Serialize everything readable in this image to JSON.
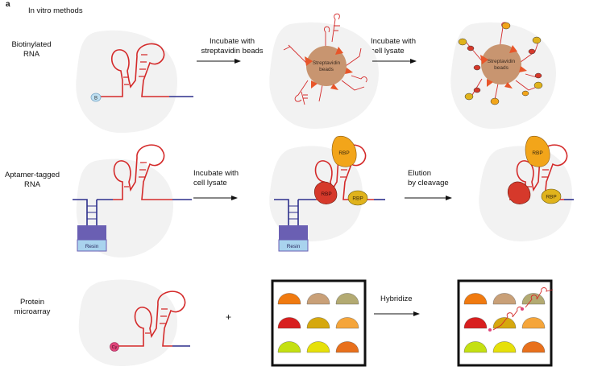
{
  "panel": {
    "letter": "a",
    "title": "In vitro methods"
  },
  "rows": [
    {
      "label_line1": "Biotinylated",
      "label_line2": "RNA",
      "step1_line1": "Incubate with",
      "step1_line2": "streptavidin beads",
      "step2_line1": "Incubate with",
      "step2_line2": "cell lysate"
    },
    {
      "label_line1": "Aptamer-tagged",
      "label_line2": "RNA",
      "step1_line1": "Incubate with",
      "step1_line2": "cell lysate",
      "step2_line1": "Elution",
      "step2_line2": "by cleavage"
    },
    {
      "label_line1": "Protein",
      "label_line2": "microarray",
      "plus": "+",
      "step1_line1": "Hybridize"
    }
  ],
  "glyphs": {
    "biotin": "B",
    "bead_line1": "Streptavidin",
    "bead_line2": "beads",
    "rbp": "RBP",
    "resin": "Resin",
    "cy": "Cy"
  },
  "colors": {
    "rna": "#d42a2a",
    "tag": "#2d2f8c",
    "bead": "#c89570",
    "bead_clip": "#e8562a",
    "resin": "#6a5fb3",
    "rbp_red": "#d6392b",
    "rbp_orange": "#f2a51a",
    "rbp_yellow": "#e0b31c",
    "biotin_fill": "#bfe0f2",
    "cy_fill": "#e0457a"
  },
  "microarray_spots": [
    "#f07a10",
    "#c9a078",
    "#b3aa72",
    "#d81f1f",
    "#d6a80e",
    "#f5a53a",
    "#c4e012",
    "#e6e00a",
    "#e8701c"
  ]
}
